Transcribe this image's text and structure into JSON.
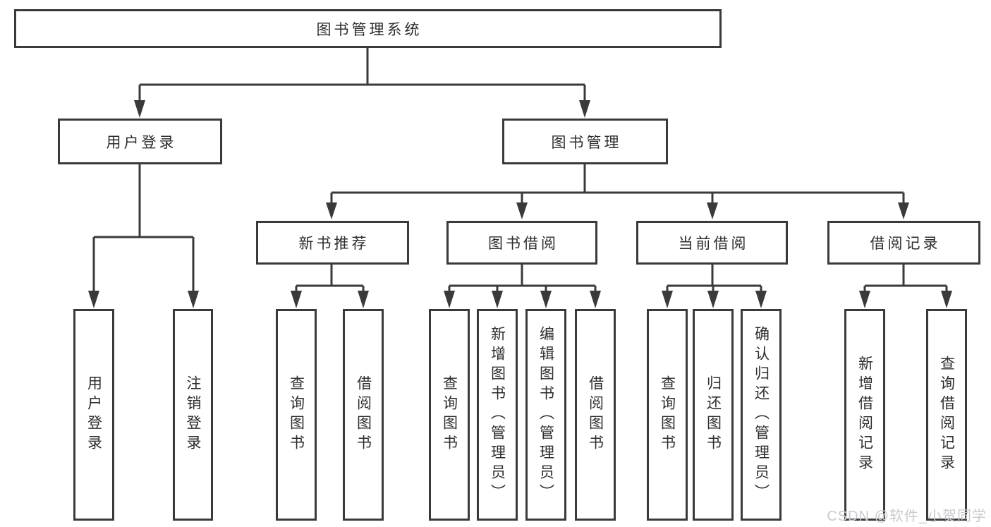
{
  "colors": {
    "line": "#3a3a3a",
    "text": "#2d2d2d",
    "background": "#ffffff",
    "watermark": "#c9c9ce"
  },
  "watermark": {
    "text": "CSDN @软件_小贺同学"
  },
  "tree": {
    "root": {
      "label": "图书管理系统"
    },
    "level2": [
      {
        "label": "用户登录",
        "children": [
          {
            "label": "用户登录"
          },
          {
            "label": "注销登录"
          }
        ]
      },
      {
        "label": "图书管理",
        "children": [
          {
            "label": "新书推荐",
            "children": [
              {
                "label": "查询图书"
              },
              {
                "label": "借阅图书"
              }
            ]
          },
          {
            "label": "图书借阅",
            "children": [
              {
                "label": "查询图书"
              },
              {
                "label": "新增图书（管理员）"
              },
              {
                "label": "编辑图书（管理员）"
              },
              {
                "label": "借阅图书"
              }
            ]
          },
          {
            "label": "当前借阅",
            "children": [
              {
                "label": "查询图书"
              },
              {
                "label": "归还图书"
              },
              {
                "label": "确认归还（管理员）"
              }
            ]
          },
          {
            "label": "借阅记录",
            "children": [
              {
                "label": "新增借阅记录"
              },
              {
                "label": "查询借阅记录"
              }
            ]
          }
        ]
      }
    ]
  }
}
